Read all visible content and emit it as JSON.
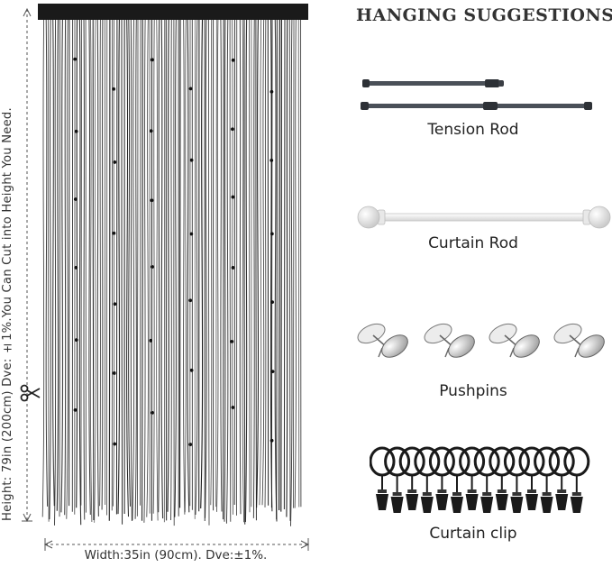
{
  "dimensions": {
    "height_text": "Height: 79in (200cm) Dve: ±1%.You Can Cut into Height You Need.",
    "width_text": "Width:35in (90cm). Dve:±1%."
  },
  "suggestions": {
    "heading": "HANGING SUGGESTIONS",
    "items": [
      {
        "label": "Tension Rod",
        "icon": "tension-rod-icon"
      },
      {
        "label": "Curtain Rod",
        "icon": "curtain-rod-icon"
      },
      {
        "label": "Pushpins",
        "icon": "pushpin-icon"
      },
      {
        "label": "Curtain clip",
        "icon": "curtain-clip-icon"
      }
    ]
  },
  "colors": {
    "curtain": "#1a1a1a",
    "rod_grey": "#4a5058",
    "curtain_rod_white": "#f2f2f2"
  }
}
